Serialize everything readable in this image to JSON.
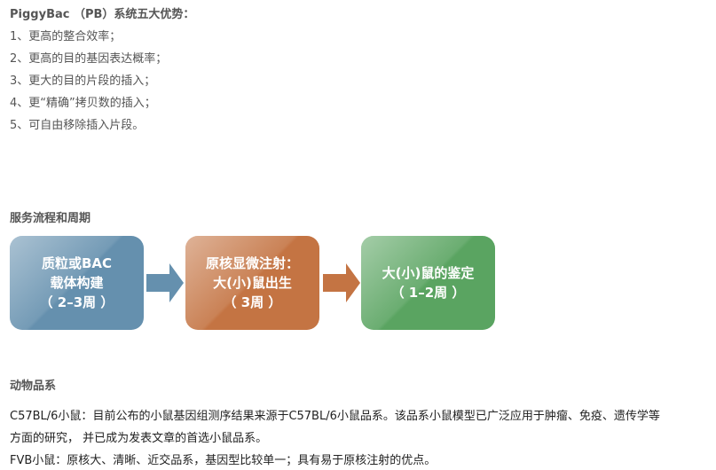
{
  "advantages": {
    "title": "PiggyBac （PB）系统五大优势：",
    "items": [
      "1、更高的整合效率；",
      "2、更高的目的基因表达概率；",
      "3、更大的目的片段的插入；",
      "4、更“精确”拷贝数的插入；",
      "5、可自由移除插入片段。"
    ]
  },
  "workflow": {
    "title": "服务流程和周期",
    "steps": [
      {
        "lines": [
          "质粒或BAC",
          "载体构建",
          "（ 2–3周 ）"
        ],
        "color": "#6590ae"
      },
      {
        "lines": [
          "原核显微注射：",
          "大(小)鼠出生",
          "（ 3周 ）"
        ],
        "color": "#c47443"
      },
      {
        "lines": [
          "大(小)鼠的鉴定",
          "（ 1–2周 ）"
        ],
        "color": "#5aa461"
      }
    ]
  },
  "strains": {
    "title": "动物品系",
    "items": [
      {
        "name": "C57BL/6小鼠：",
        "text1": "目前公布的小鼠基因组测序结果来源于C57BL/6小鼠品系。该品系小鼠模型已广泛应用于肿瘤、免疫、遗传学等",
        "text2": "方面的研究， 并已成为发表文章的首选小鼠品系。"
      },
      {
        "name": "FVB小鼠：",
        "text1": "原核大、清晰、近交品系，基因型比较单一；具有易于原核注射的优点。"
      }
    ]
  }
}
